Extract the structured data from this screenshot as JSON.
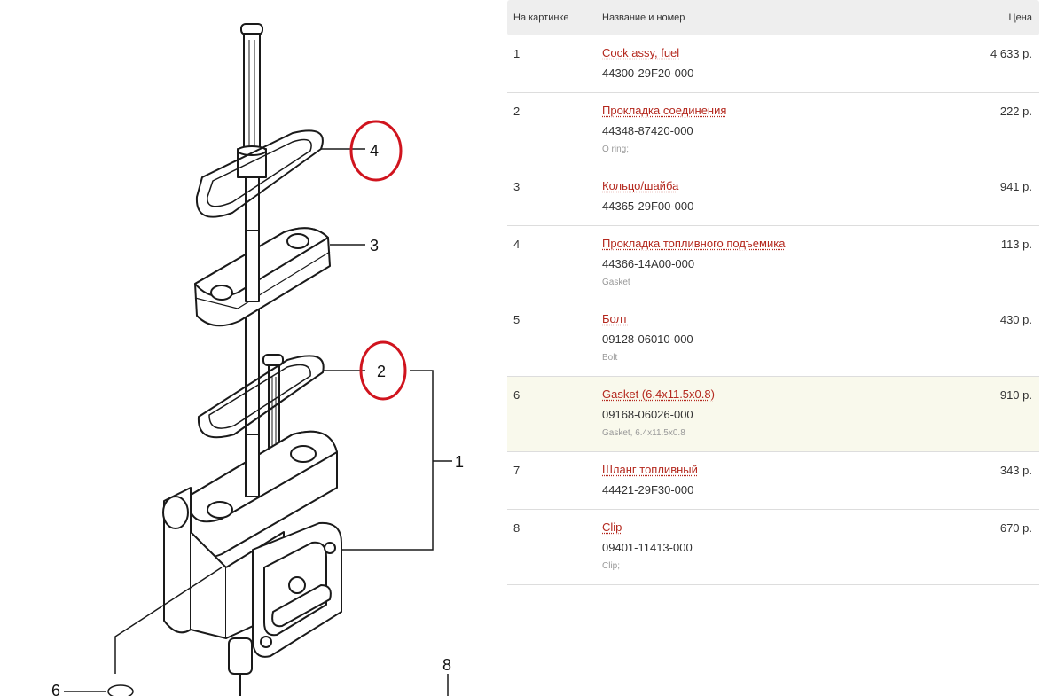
{
  "diagram": {
    "callouts": [
      "4",
      "3",
      "2",
      "1",
      "8",
      "6"
    ]
  },
  "table": {
    "headers": {
      "position": "На картинке",
      "name": "Название и номер",
      "price": "Цена"
    },
    "rows": [
      {
        "pos": "1",
        "name": "Cock assy, fuel",
        "code": "44300-29F20-000",
        "note": "",
        "price": "4 633 р."
      },
      {
        "pos": "2",
        "name": "Прокладка соединения",
        "code": "44348-87420-000",
        "note": "O ring;",
        "price": "222 р."
      },
      {
        "pos": "3",
        "name": "Кольцо/шайба",
        "code": "44365-29F00-000",
        "note": "",
        "price": "941 р."
      },
      {
        "pos": "4",
        "name": "Прокладка топливного подъемика",
        "code": "44366-14A00-000",
        "note": "Gasket",
        "price": "113 р."
      },
      {
        "pos": "5",
        "name": "Болт",
        "code": "09128-06010-000",
        "note": "Bolt",
        "price": "430 р."
      },
      {
        "pos": "6",
        "name": "Gasket (6.4x11.5x0.8)",
        "code": "09168-06026-000",
        "note": "Gasket, 6.4x11.5x0.8",
        "price": "910 р."
      },
      {
        "pos": "7",
        "name": "Шланг топливный",
        "code": "44421-29F30-000",
        "note": "",
        "price": "343 р."
      },
      {
        "pos": "8",
        "name": "Clip",
        "code": "09401-11413-000",
        "note": "Clip;",
        "price": "670 р."
      }
    ]
  },
  "colors": {
    "link": "#b4281e",
    "highlight_circle": "#d0141e",
    "highlight_row": "#f9f9ec",
    "header_bg": "#eeeeee"
  }
}
